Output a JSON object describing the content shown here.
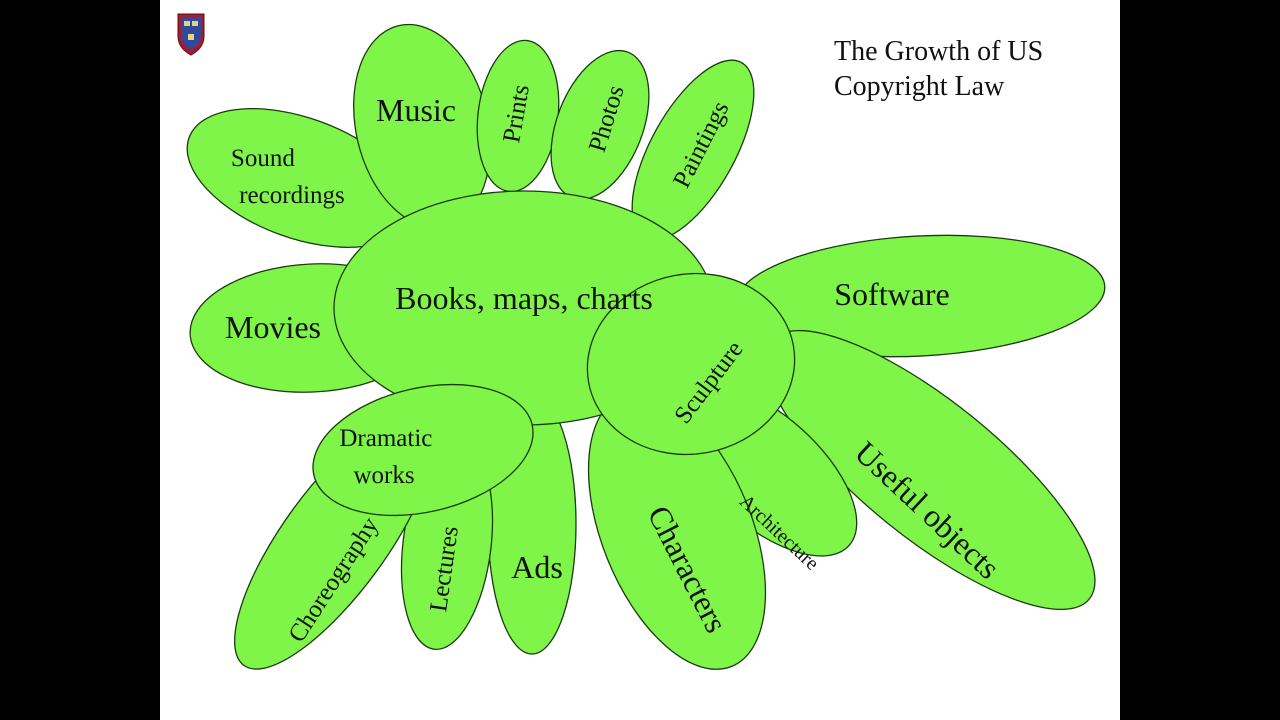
{
  "title": {
    "line1": "The Growth of US",
    "line2": "Copyright Law"
  },
  "emblem": "harvard-shield-icon",
  "colors": {
    "petal_fill": "#7ef548",
    "petal_stroke": "#1c3a10",
    "slide_bg": "#ffffff",
    "frame_bg": "#000000"
  },
  "center": {
    "label": "Books, maps, charts"
  },
  "categories": {
    "music": "Music",
    "prints": "Prints",
    "photos": "Photos",
    "paintings": "Paintings",
    "sound_recordings": [
      "Sound",
      "recordings"
    ],
    "movies": "Movies",
    "software": "Software",
    "sculpture": "Sculpture",
    "useful_objects": "Useful objects",
    "dramatic_works": [
      "Dramatic",
      "works"
    ],
    "choreography": "Choreography",
    "lectures": "Lectures",
    "ads": "Ads",
    "characters": "Characters",
    "architecture": "Architecture"
  }
}
